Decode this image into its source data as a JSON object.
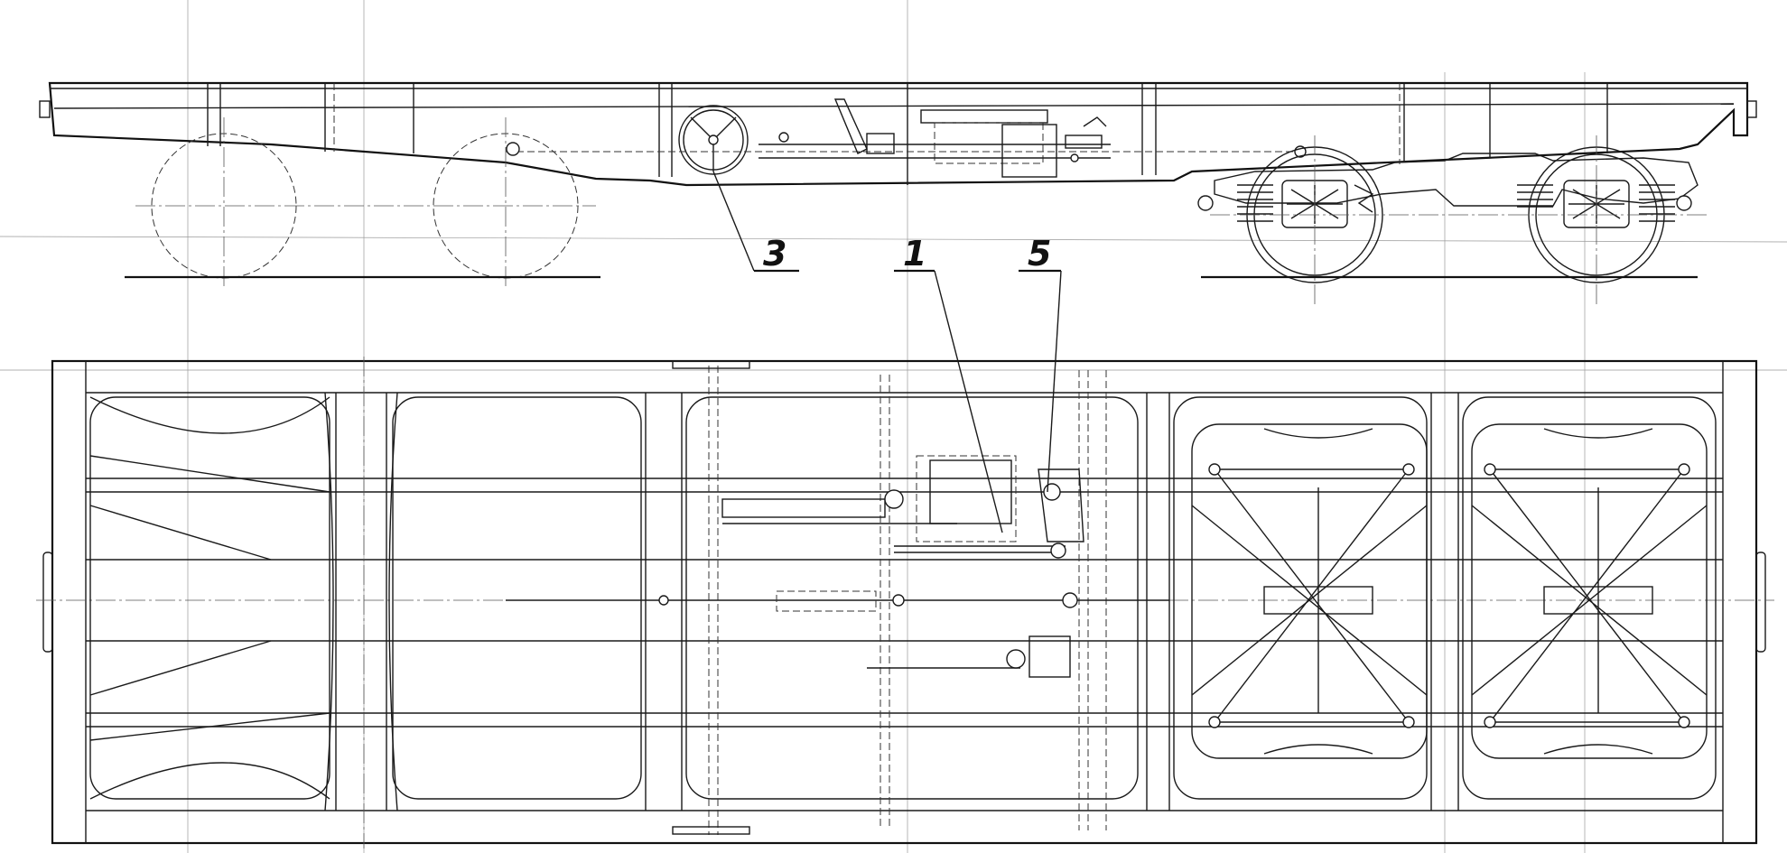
{
  "callouts": [
    {
      "id": "3",
      "label": "3"
    },
    {
      "id": "1",
      "label": "1"
    },
    {
      "id": "5",
      "label": "5"
    }
  ],
  "colors": {
    "ink": "#1a1a1a",
    "paper": "#ffffff",
    "construction": "#999999"
  }
}
